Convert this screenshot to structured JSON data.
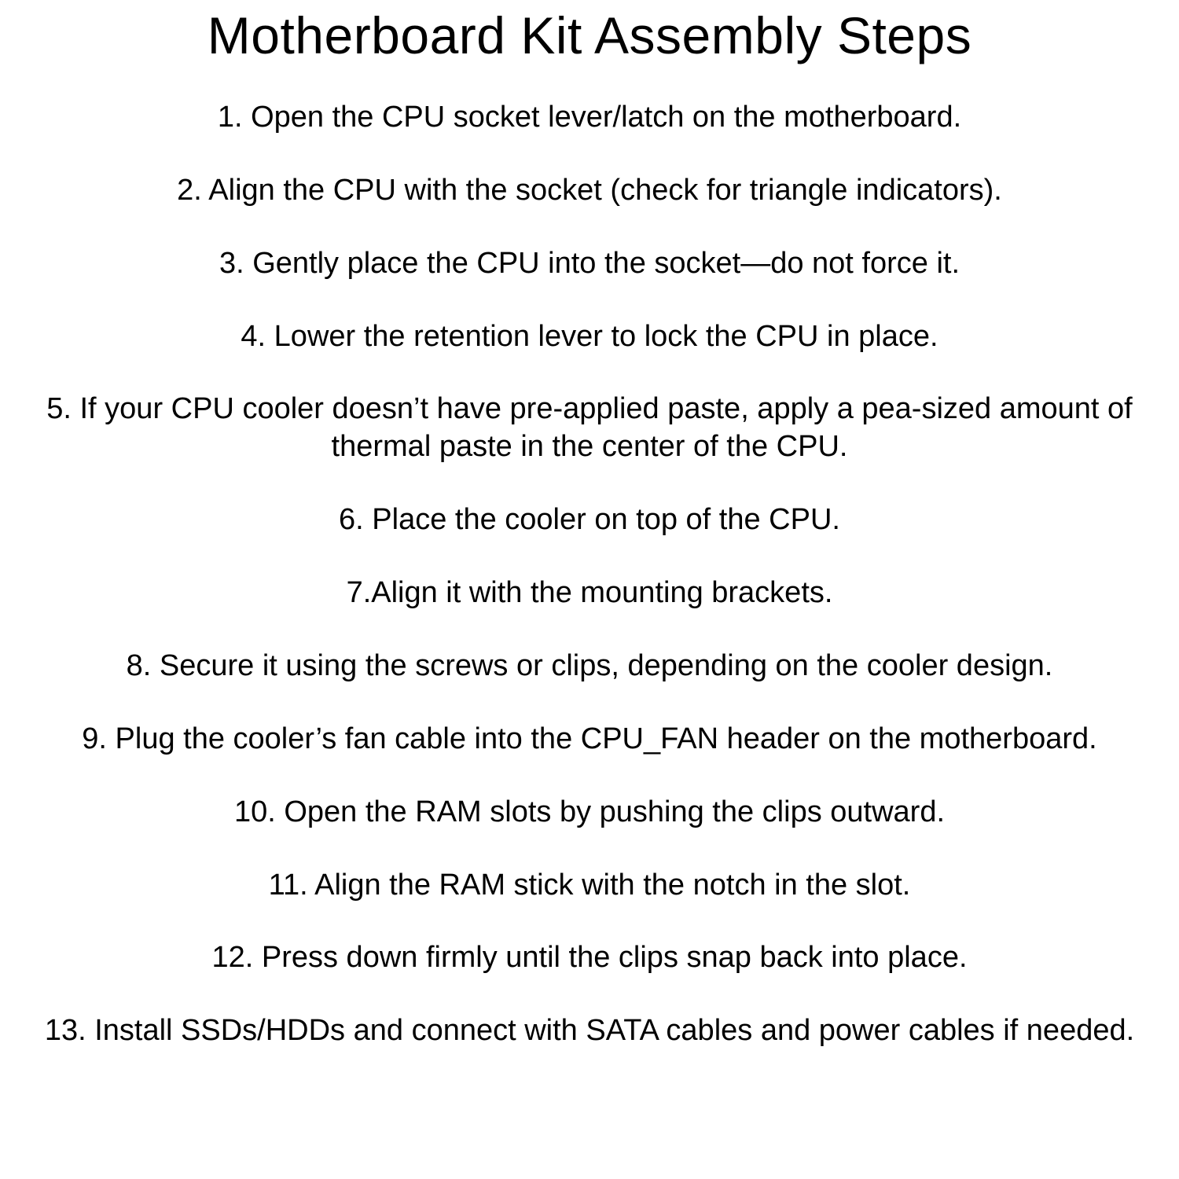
{
  "document": {
    "title": "Motherboard Kit Assembly Steps",
    "steps": [
      "1. Open the CPU socket lever/latch on the motherboard.",
      "2. Align the CPU with the socket (check for triangle indicators).",
      "3. Gently place the CPU into the socket—do not force it.",
      "4. Lower the retention lever to lock the CPU in place.",
      "5. If your CPU cooler doesn’t have pre-applied paste, apply a pea-sized amount of thermal paste in the center of the CPU.",
      "6. Place the cooler on top of the CPU.",
      "7.Align it with the mounting brackets.",
      "8. Secure it using the screws or clips, depending on the cooler design.",
      "9. Plug the cooler’s fan cable into the CPU_FAN header on the motherboard.",
      "10. Open the RAM slots by pushing the clips outward.",
      "11. Align the RAM stick with the notch in the slot.",
      "12. Press down firmly until the clips snap back into place.",
      "13. Install SSDs/HDDs and connect with SATA cables and power cables if needed."
    ]
  }
}
